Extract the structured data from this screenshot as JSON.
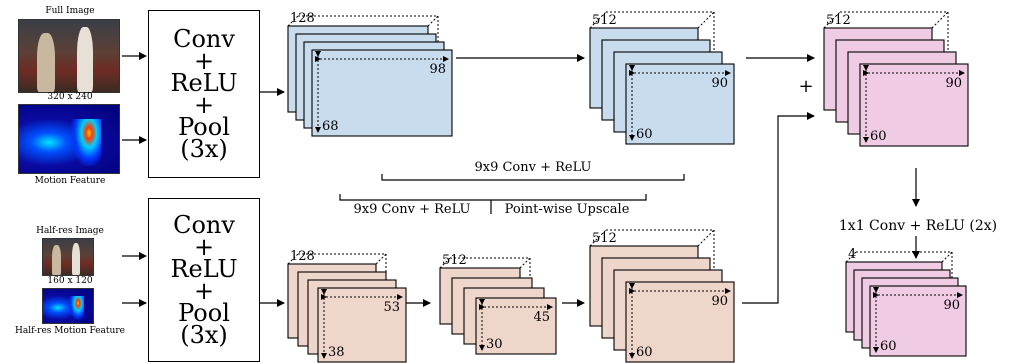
{
  "inputs": {
    "full_image_caption": "Full Image",
    "full_size": "320 x 240",
    "motion_caption": "Motion Feature",
    "half_image_caption": "Half-res Image",
    "half_size": "160 x 120",
    "half_motion_caption": "Half-res Motion Feature"
  },
  "blocks": {
    "conv_lines": [
      "Conv",
      "+",
      "ReLU",
      "+",
      "Pool",
      "(3x)"
    ]
  },
  "top_stream": {
    "stack1": {
      "channels": "128",
      "width": "98",
      "height": "68"
    },
    "stack2": {
      "channels": "512",
      "width": "90",
      "height": "60"
    }
  },
  "bottom_stream": {
    "stack1": {
      "channels": "128",
      "width": "53",
      "height": "38"
    },
    "stack2": {
      "channels": "512",
      "width": "45",
      "height": "30"
    },
    "stack3": {
      "channels": "512",
      "width": "90",
      "height": "60"
    }
  },
  "merged": {
    "stack": {
      "channels": "512",
      "width": "90",
      "height": "60"
    },
    "plus": "+"
  },
  "output": {
    "stack": {
      "channels": "4",
      "width": "90",
      "height": "60"
    }
  },
  "operations": {
    "top_conv": "9x9 Conv + ReLU",
    "bottom_conv": "9x9 Conv + ReLU",
    "upscale": "Point-wise Upscale",
    "final_conv": "1x1 Conv + ReLU (2x)"
  },
  "colors": {
    "blue": "#c9dced",
    "peach": "#efd6cb",
    "pink": "#efcbe4"
  }
}
